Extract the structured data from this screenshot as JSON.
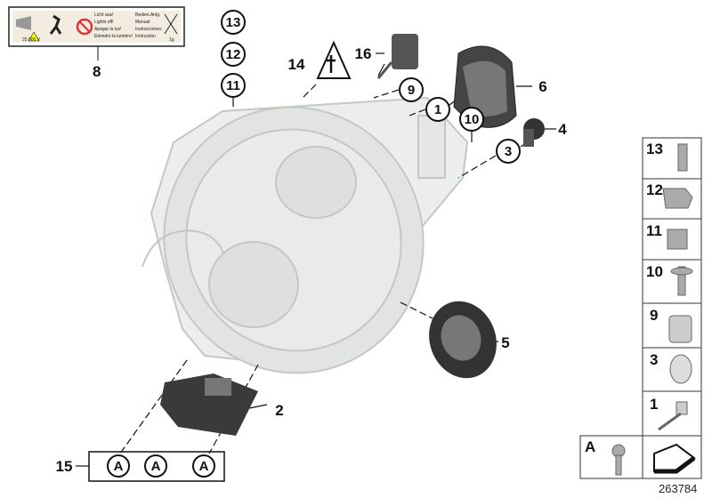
{
  "warning_label": {
    "lines_left": [
      "Licht aus!",
      "Lights off!",
      "Apagar la luz!",
      "Eteindre la lumière!"
    ],
    "lines_right": [
      "Bedien.Anlg.",
      "Manual",
      "Instrucciones",
      "Instruction"
    ],
    "voltage": "25 000 V",
    "weight": "1g"
  },
  "callouts": {
    "p8": "8",
    "p13": "13",
    "p12": "12",
    "p11": "11",
    "p14": "14",
    "p16": "16",
    "p9": "9",
    "p1": "1",
    "p10": "10",
    "p3": "3",
    "p6": "6",
    "p4": "4",
    "p5": "5",
    "p2": "2",
    "p15": "15",
    "a1": "A",
    "a2": "A",
    "a3": "A"
  },
  "legend": {
    "items": [
      "13",
      "12",
      "11",
      "10",
      "9",
      "3",
      "1"
    ],
    "screw_label": "A"
  },
  "diagram_id": "263784",
  "colors": {
    "line": "#111111",
    "housing": "#d8dcd8",
    "part_dark": "#3a3a3a"
  }
}
